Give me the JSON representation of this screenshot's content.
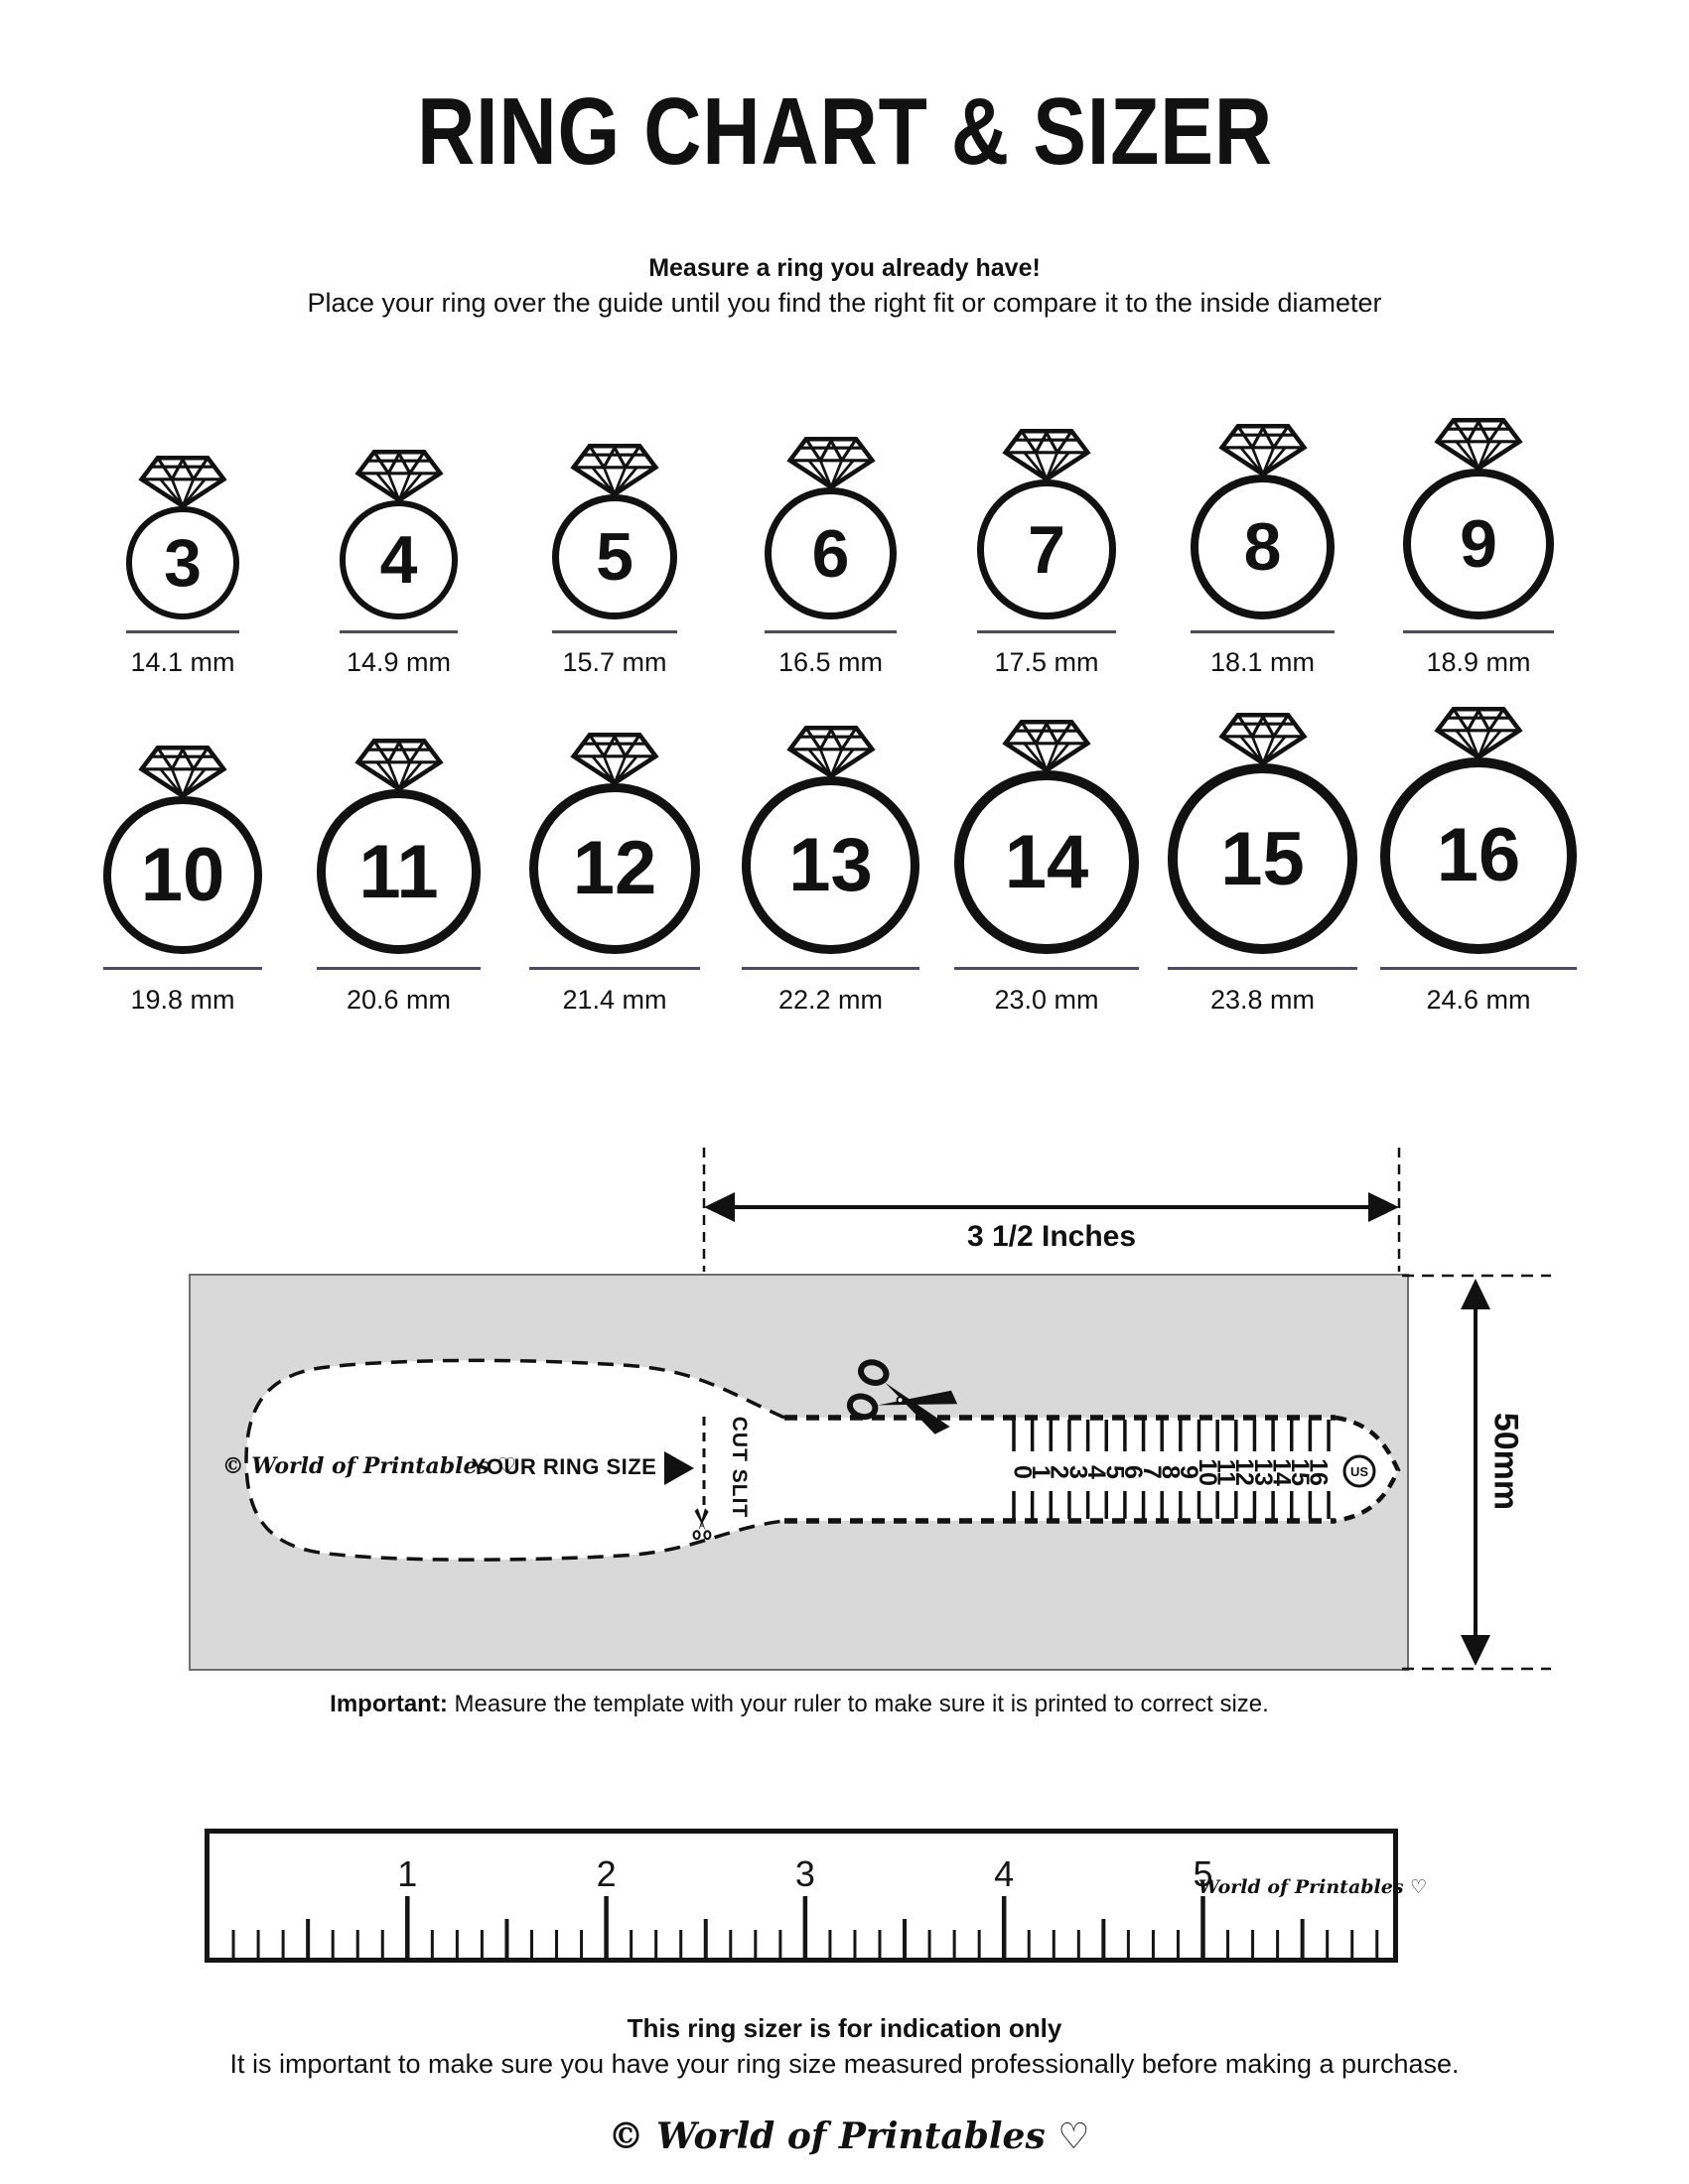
{
  "title": "RING CHART & SIZER",
  "intro": {
    "heading": "Measure a ring you already have!",
    "subheading": "Place your ring over the guide until you find the right fit or compare it to the inside diameter"
  },
  "ring_chart": {
    "rows": [
      [
        {
          "size": "3",
          "inside_diameter": "14.1 mm"
        },
        {
          "size": "4",
          "inside_diameter": "14.9 mm"
        },
        {
          "size": "5",
          "inside_diameter": "15.7 mm"
        },
        {
          "size": "6",
          "inside_diameter": "16.5 mm"
        },
        {
          "size": "7",
          "inside_diameter": "17.5 mm"
        },
        {
          "size": "8",
          "inside_diameter": "18.1 mm"
        },
        {
          "size": "9",
          "inside_diameter": "18.9 mm"
        }
      ],
      [
        {
          "size": "10",
          "inside_diameter": "19.8 mm"
        },
        {
          "size": "11",
          "inside_diameter": "20.6 mm"
        },
        {
          "size": "12",
          "inside_diameter": "21.4 mm"
        },
        {
          "size": "13",
          "inside_diameter": "22.2 mm"
        },
        {
          "size": "14",
          "inside_diameter": "23.0 mm"
        },
        {
          "size": "15",
          "inside_diameter": "23.8 mm"
        },
        {
          "size": "16",
          "inside_diameter": "24.6 mm"
        }
      ]
    ]
  },
  "sizer": {
    "width_label": "3 1/2 Inches",
    "height_label": "50mm",
    "brand": "© World of Printables ♡",
    "pointer_label": "YOUR RING SIZE",
    "cut_slit_label": "CUT SLIT",
    "scale_numbers": [
      "0",
      "1",
      "2",
      "3",
      "4",
      "5",
      "6",
      "7",
      "8",
      "9",
      "10",
      "11",
      "12",
      "13",
      "14",
      "15",
      "16"
    ],
    "us_label": "US",
    "important_label": "Important:",
    "important_text": " Measure the template with your ruler to make sure it is printed to correct size."
  },
  "ruler": {
    "inch_numbers": [
      "1",
      "2",
      "3",
      "4",
      "5"
    ],
    "brand": "World of Printables ♡"
  },
  "footer": {
    "heading": "This ring sizer is for indication only",
    "text": "It is important to make sure you have your ring size measured professionally before making a purchase.",
    "brand": "© World of Printables ♡"
  },
  "colors": {
    "ink": "#111111",
    "underline": "#4b4b63",
    "template_bg": "#d9d9d9"
  }
}
